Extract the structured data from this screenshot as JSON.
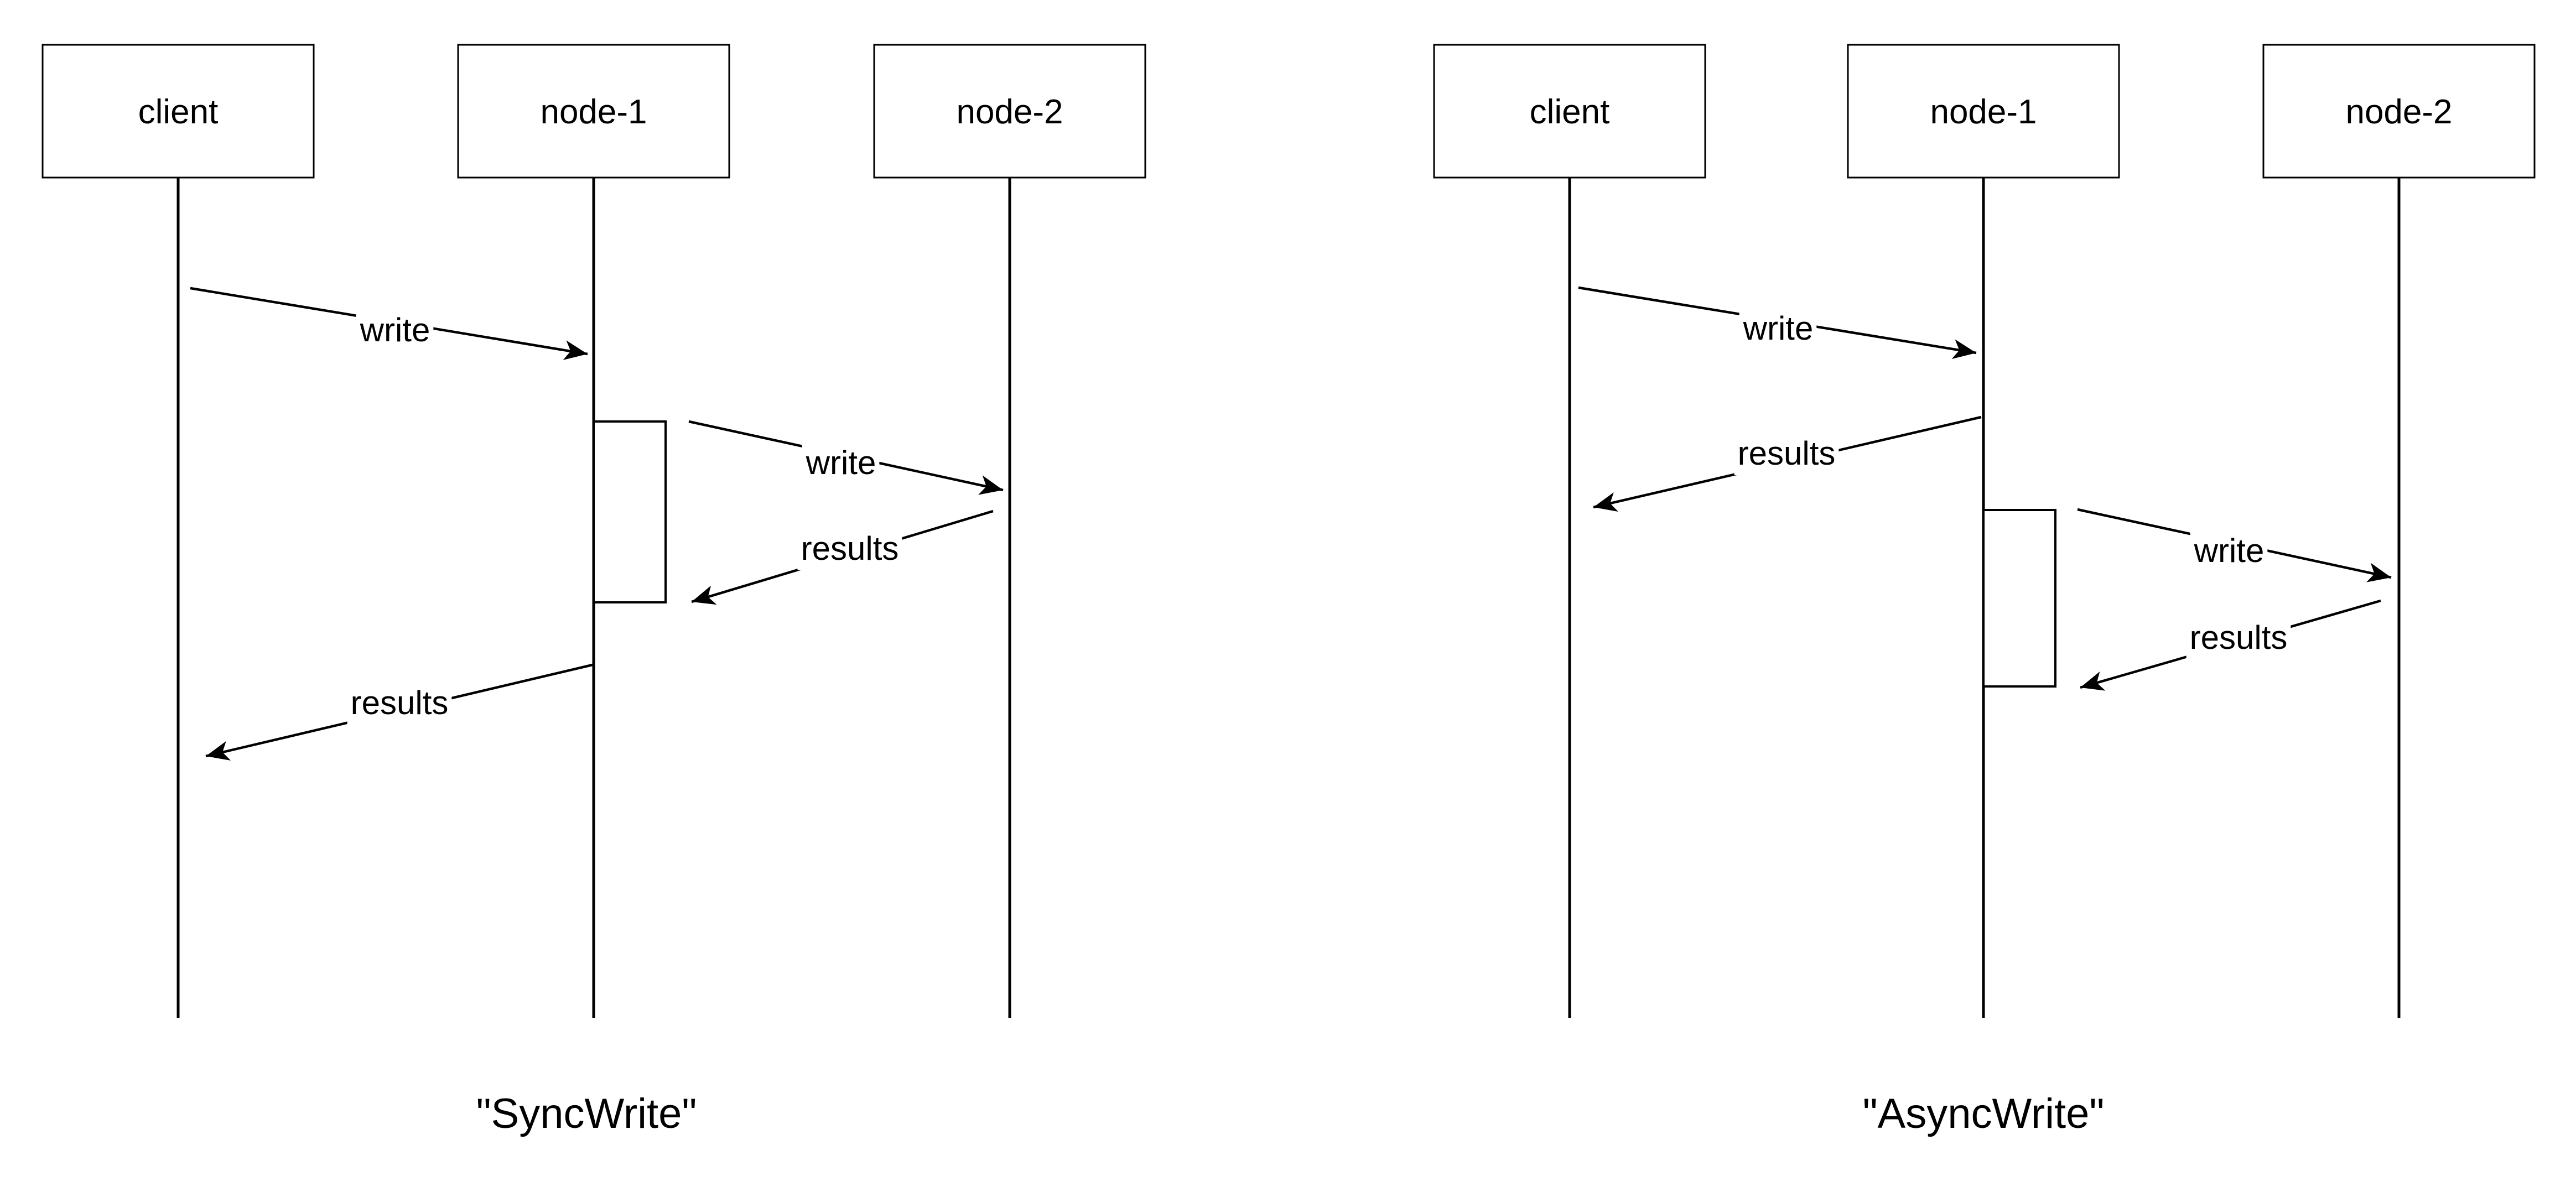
{
  "diagram_type": "sequence-diagram-pair",
  "colors": {
    "stroke": "#000000",
    "background": "#ffffff",
    "text": "#000000"
  },
  "diagrams": [
    {
      "caption": "\"SyncWrite\"",
      "actors": [
        {
          "label": "client"
        },
        {
          "label": "node-1"
        },
        {
          "label": "node-2"
        }
      ],
      "messages": [
        {
          "label": "write",
          "from": "client",
          "to": "node-1"
        },
        {
          "label": "write",
          "from": "node-1",
          "to": "node-2"
        },
        {
          "label": "results",
          "from": "node-2",
          "to": "node-1"
        },
        {
          "label": "results",
          "from": "node-1",
          "to": "client"
        }
      ]
    },
    {
      "caption": "\"AsyncWrite\"",
      "actors": [
        {
          "label": "client"
        },
        {
          "label": "node-1"
        },
        {
          "label": "node-2"
        }
      ],
      "messages": [
        {
          "label": "write",
          "from": "client",
          "to": "node-1"
        },
        {
          "label": "results",
          "from": "node-1",
          "to": "client"
        },
        {
          "label": "write",
          "from": "node-1",
          "to": "node-2"
        },
        {
          "label": "results",
          "from": "node-2",
          "to": "node-1"
        }
      ]
    }
  ]
}
